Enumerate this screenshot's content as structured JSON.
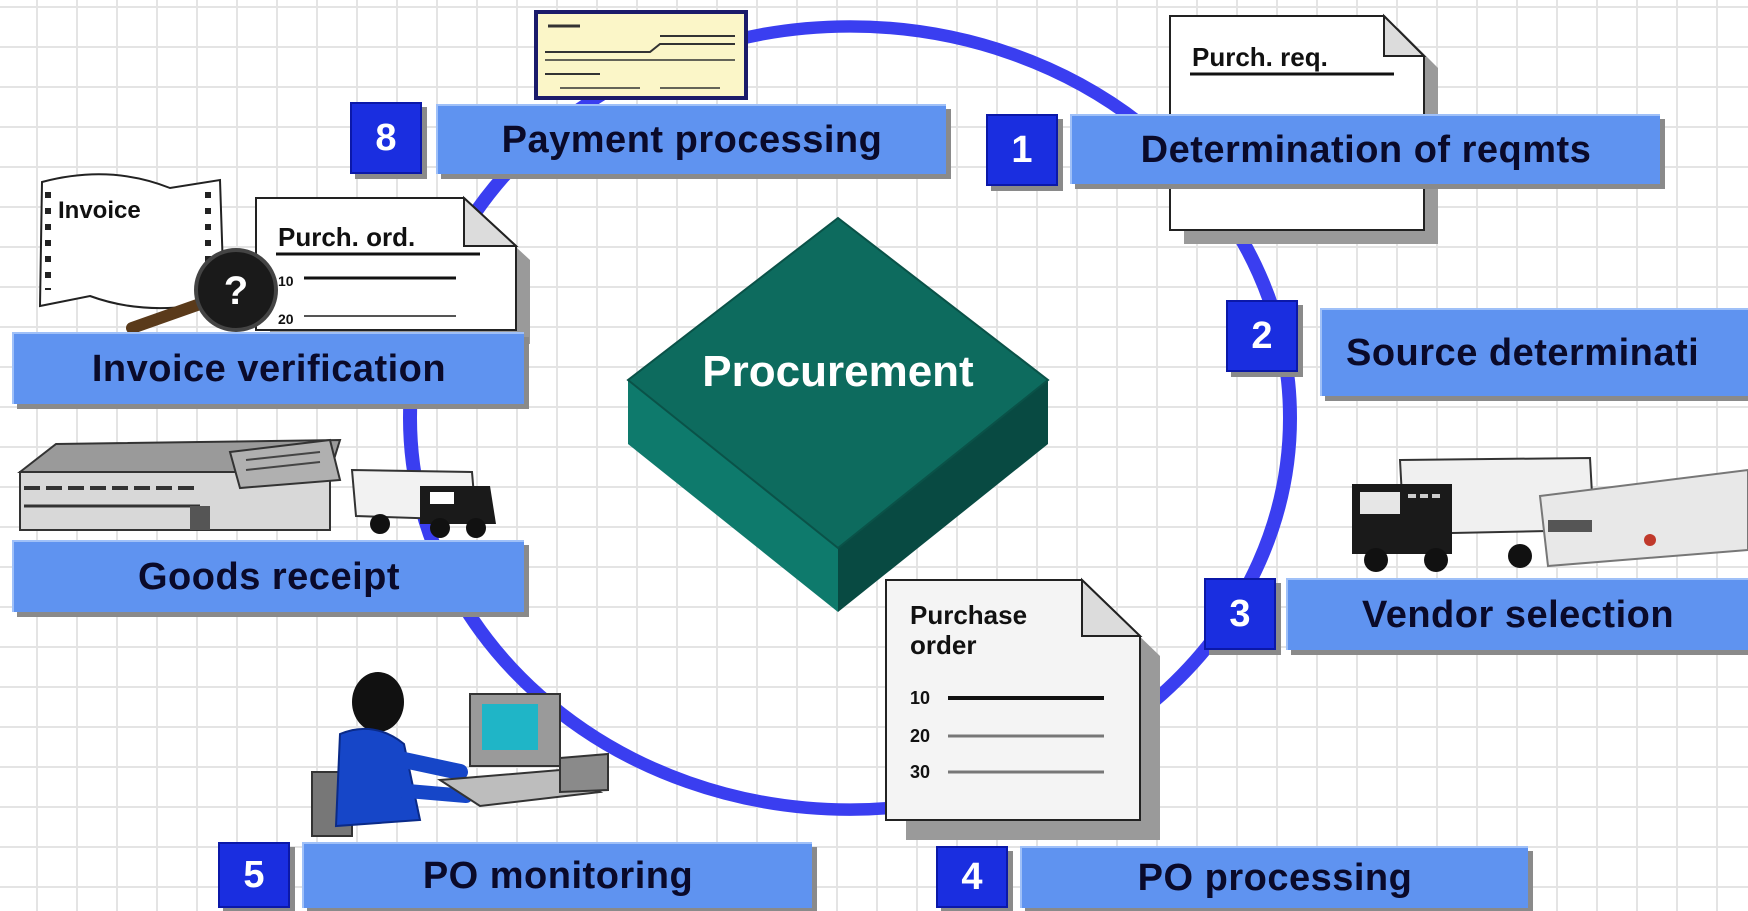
{
  "center": {
    "title": "Procurement"
  },
  "steps": [
    {
      "number": "1",
      "label": "Determination of reqmts"
    },
    {
      "number": "2",
      "label": "Source determinati"
    },
    {
      "number": "3",
      "label": "Vendor selection"
    },
    {
      "number": "4",
      "label": "PO processing"
    },
    {
      "number": "5",
      "label": "PO monitoring"
    },
    {
      "number": "8",
      "label": "Payment processing"
    }
  ],
  "extra_labels": {
    "goods_receipt": "Goods receipt",
    "invoice_verification": "Invoice verification"
  },
  "documents": {
    "purch_req": "Purch. req.",
    "purch_ord": "Purch. ord.",
    "invoice": "Invoice",
    "purchase_order_line1": "Purchase",
    "purchase_order_line2": "order",
    "po_lines": [
      "10",
      "20",
      "30"
    ],
    "ord_lines": [
      "10",
      "20"
    ]
  },
  "colors": {
    "cycle": "#3a3ef0",
    "number_box": "#1a2ee0",
    "label_box": "#5f93f0",
    "cube_top": "#0d6b5e",
    "cube_front": "#0a5a50"
  }
}
